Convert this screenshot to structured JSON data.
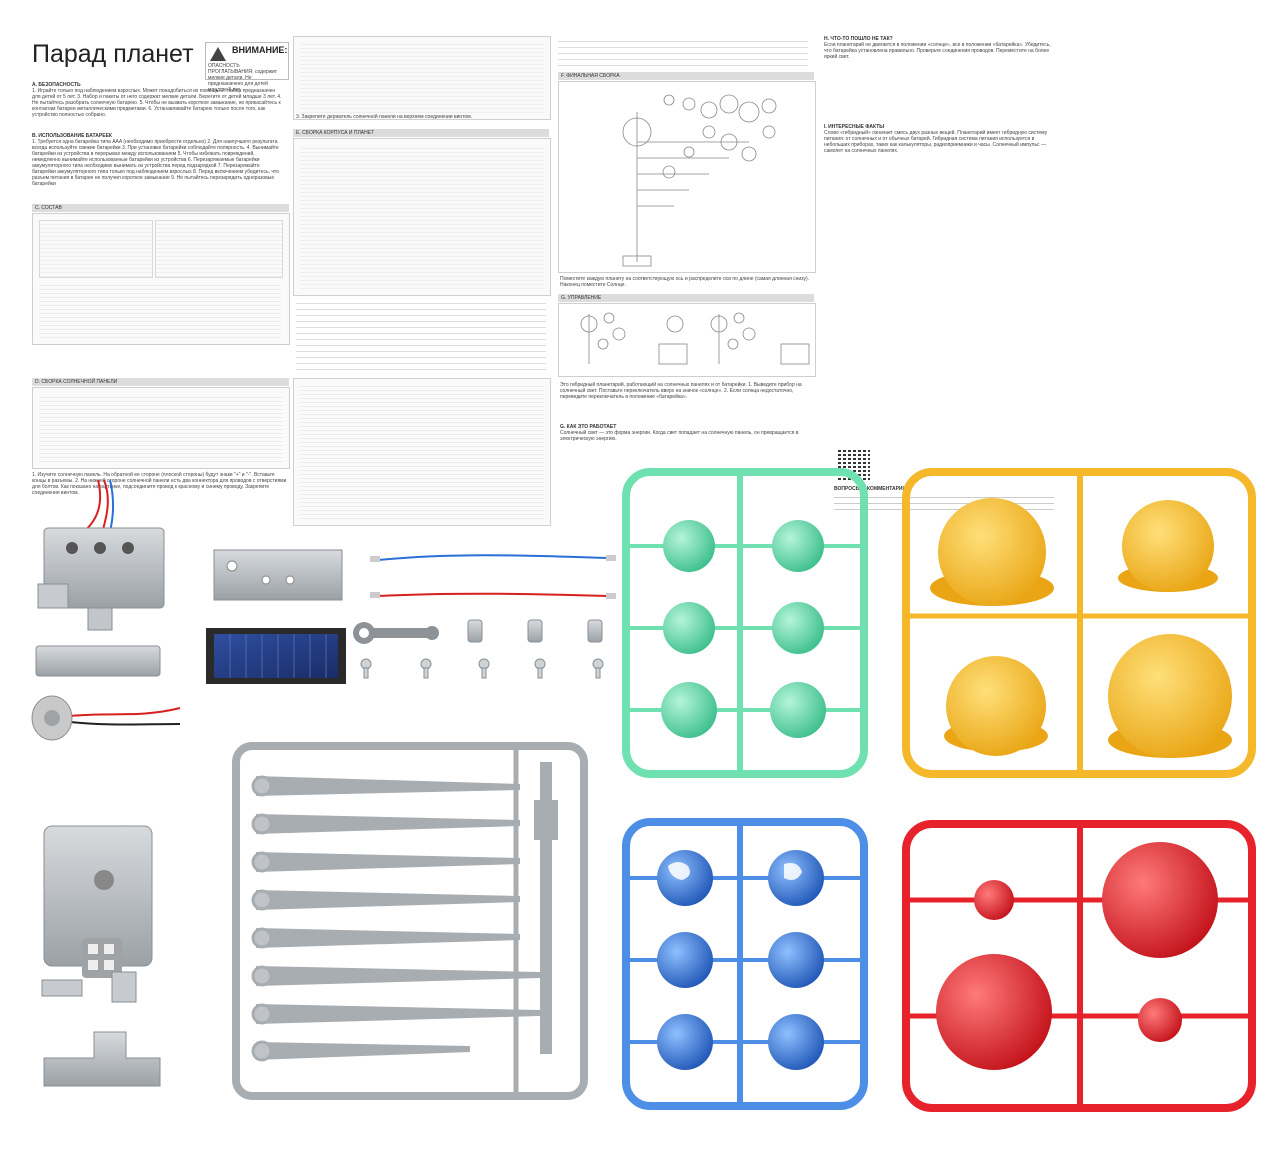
{
  "manual": {
    "title": "Парад планет",
    "warning_title": "ВНИМАНИЕ:",
    "warning_text": "ОПАСНОСТЬ ПРОГЛАТЫВАНИЯ: содержит мелкие детали. Не предназначено для детей младше 3 лет.",
    "sections": [
      {
        "id": "A",
        "heading": "A. БЕЗОПАСНОСТЬ",
        "text": "1. Играйте только под наблюдением взрослых. Может понадобиться их помощь. 2. Набор предназначен для детей от 5 лет. 3. Набор и пакеты от него содержат мелкие детали. Берегите от детей младше 3 лет. 4. Не пытайтесь разобрать солнечную батарею. 5. Чтобы не вызвать короткое замыкание, не прикасайтесь к контактам батареи металлическими предметами. 6. Устанавливайте батарею только после того, как устройство полностью собрано."
      },
      {
        "id": "B",
        "heading": "B. ИСПОЛЬЗОВАНИЕ БАТАРЕЕК",
        "text": "1. Требуется одна батарейка типа AAA (необходимо приобрести отдельно) 2. Для наилучшего результата всегда используйте свежие батарейки 3. При установке батарейки соблюдайте полярность. 4. Вынимайте батарейки из устройства в перерывах между использованием 5. Чтобы избежать повреждений, немедленно вынимайте использованные батарейки из устройства 6. Перезаряжаемые батарейки аккумуляторного типа необходимо вынимать из устройства перед подзарядкой 7. Перезаряжайте батарейки аккумуляторного типа только под наблюдением взрослых 8. Перед включением убедитесь, что разъем питания в батарее не получил короткое замыкание 9. Не пытайтесь перезарядить одноразовые батарейки"
      },
      {
        "id": "C",
        "heading": "C. СОСТАВ",
        "text": ""
      },
      {
        "id": "D",
        "heading": "D. СБОРКА СОЛНЕЧНОЙ ПАНЕЛИ",
        "text": "1. Изучите солнечную панель. На обратной ее стороне (плоской стороны) будут знаки \"+\" и \"-\". Вставьте концы в разъемы. 2. На нижней стороне солнечной панели есть два коннектора для проводов с отверстиями для болтов. Как показано на картинке, подсоедините провод к красному и синему проводу. Закрепите соединения винтом."
      },
      {
        "id": "E",
        "heading": "E. СБОРКА КОРПУСА И ПЛАНЕТ",
        "text": "3. Закрепите держатель солнечной панели на верхнем соединении винтом."
      },
      {
        "id": "F",
        "heading": "F. ФИНАЛЬНАЯ СБОРКА",
        "text": "Поместите каждую планету на соответствующую ось и распределите оси по длине (самая длинная снизу). Наконец поместите Солнце."
      },
      {
        "id": "G",
        "heading": "G. УПРАВЛЕНИЕ",
        "text": "Это гибридный планетарий, работающий на солнечных панелях и от батарейки. 1. Выведите прибор на солнечный свет. Поставьте переключатель вверх на значок «солнце». 2. Если солнца недостаточно, переведите переключатель в положение «батарейка»."
      },
      {
        "id": "H",
        "heading": "H. ЧТО-ТО ПОШЛО НЕ ТАК?",
        "text": "Если планетарий не двигается в положении «солнце», все в положении «батарейка». Убедитесь, что батарейка установлена правильно. Проверьте соединения проводов. Переместите на более яркий свет."
      },
      {
        "id": "I",
        "heading": "I. ИНТЕРЕСНЫЕ ФАКТЫ",
        "text": "Слово «гибридный» означает смесь двух разных вещей. Планетарий имеет гибридную систему питания: от солнечных и от обычных батарей. Гибридная система питания используется в небольших приборах, таких как калькуляторы, радиоприемники и часы. Солнечный импульс — самолет на солнечных панелях."
      },
      {
        "id": "J",
        "heading": "G. КАК ЭТО РАБОТАЕТ",
        "text": "Солнечный свет — это форма энергии. Когда свет попадает на солнечную панель, он превращается в электрическую энергию."
      }
    ],
    "contacts_heading": "ВОПРОСЫ И КОММЕНТАРИИ"
  },
  "parts": {
    "motor_housing": "Корпус батарейного блока",
    "battery_cover": "Крышка батарейки",
    "motor": "Мотор",
    "panel_holder": "Держатель солнечной панели",
    "solar_panel": "Солнечная панель",
    "wrench": "Ключ",
    "wires": "Провода",
    "screws": "Винты",
    "gearbox": "Редуктор",
    "bracket": "Кронштейн",
    "arms_sprue": "Рамка с рычагами",
    "green_sprue": "Зеленая рамка планет",
    "yellow_sprue": "Желтая рамка планет",
    "blue_sprue": "Синяя рамка планет",
    "red_sprue": "Красная рамка планет"
  },
  "colors": {
    "green": "#6fe0b0",
    "green_dark": "#39b888",
    "yellow": "#f4b82a",
    "yellow_light": "#fcd24a",
    "blue": "#4d8ee6",
    "blue_dark": "#2a62c4",
    "red": "#e8222a",
    "red_light": "#ff5a5a",
    "gray": "#a8adb2",
    "gray_light": "#cfd3d6",
    "wire_red": "#d82020",
    "wire_blue": "#2a6fd6"
  }
}
